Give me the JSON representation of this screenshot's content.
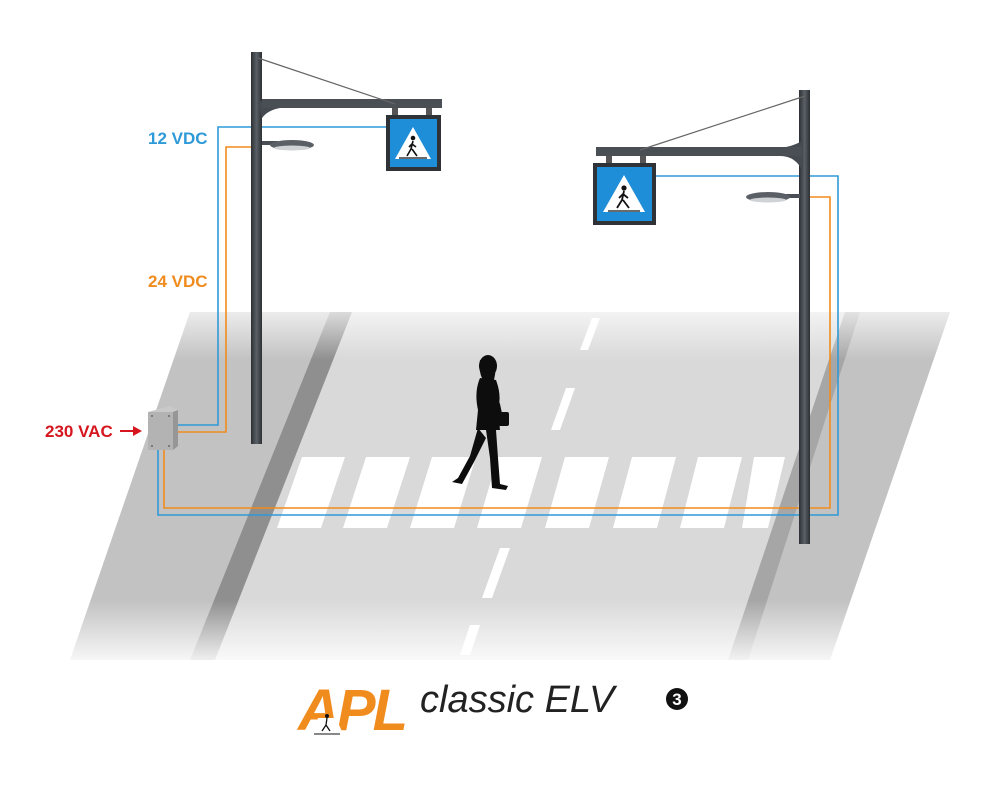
{
  "labels": {
    "dc12": "12 VDC",
    "dc24": "24 VDC",
    "ac230": "230 VAC"
  },
  "logo": {
    "brand": "APL",
    "product": "classic ELV",
    "number": "3"
  },
  "colors": {
    "dc12": "#2f9ad8",
    "dc24": "#f08c1e",
    "ac230": "#d6161f",
    "sign_blue": "#1e8ed8",
    "logo_orange": "#f08c1e",
    "logo_text": "#222222",
    "pole": "#3e4348",
    "road": "#d8d8d8"
  },
  "icons": [
    "pedestrian-crossing-sign-icon",
    "arrow-right-icon",
    "lamp-icon",
    "pedestrian-silhouette"
  ]
}
